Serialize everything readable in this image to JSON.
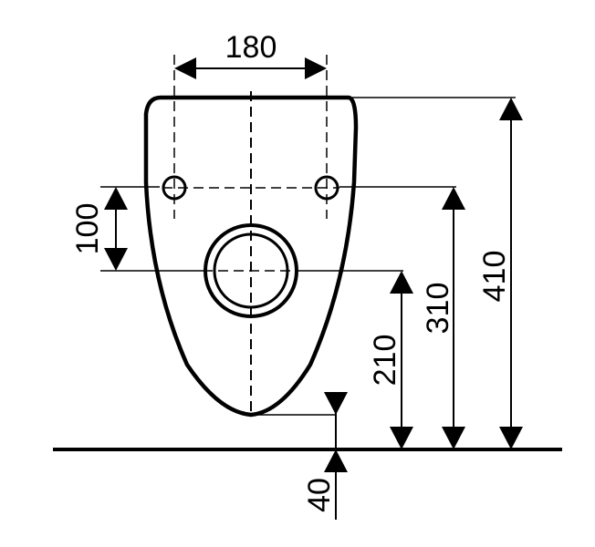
{
  "dimensions": {
    "fixing_spacing": "180",
    "fixing_offset": "100",
    "outlet_height": "210",
    "fixing_height": "310",
    "total_height": "410",
    "bottom_clearance": "40"
  },
  "colors": {
    "line": "#000000",
    "background": "#ffffff"
  }
}
